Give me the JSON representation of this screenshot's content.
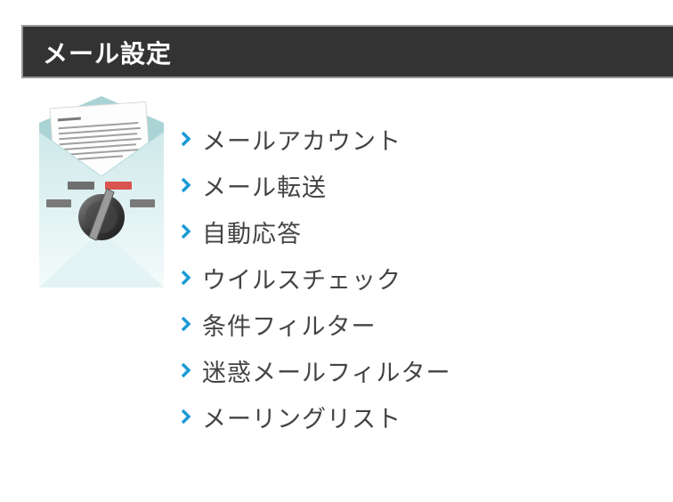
{
  "header": {
    "title": "メール設定"
  },
  "illustration": {
    "icon": "mail-envelope-settings-icon"
  },
  "menu": {
    "items": [
      {
        "label": "メールアカウント",
        "icon": "chevron-right-icon"
      },
      {
        "label": "メール転送",
        "icon": "chevron-right-icon"
      },
      {
        "label": "自動応答",
        "icon": "chevron-right-icon"
      },
      {
        "label": "ウイルスチェック",
        "icon": "chevron-right-icon"
      },
      {
        "label": "条件フィルター",
        "icon": "chevron-right-icon"
      },
      {
        "label": "迷惑メールフィルター",
        "icon": "chevron-right-icon"
      },
      {
        "label": "メーリングリスト",
        "icon": "chevron-right-icon"
      }
    ]
  },
  "colors": {
    "header_bg": "#333333",
    "header_text": "#ffffff",
    "link_text": "#444444",
    "chevron": "#1a9ad6"
  }
}
